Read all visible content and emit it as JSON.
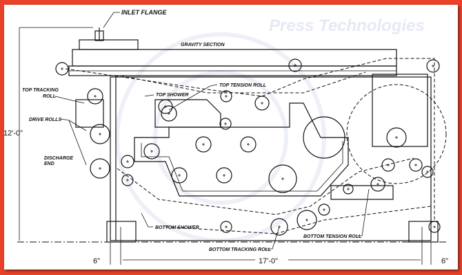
{
  "watermark": "Press Technologies",
  "labels": {
    "inlet_flange": "INLET FLANGE",
    "gravity_section": "GRAVITY SECTION",
    "top_tracking_roll_1": "TOP TRACKING",
    "top_tracking_roll_2": "ROLL",
    "top_shower": "TOP SHOWER",
    "top_tension_roll": "TOP TENSION ROLL",
    "drive_rolls": "DRIVE ROLLS",
    "discharge_end_1": "DISCHARGE",
    "discharge_end_2": "END",
    "bottom_shower": "BOTTOM SHOWER",
    "bottom_tracking_roll": "BOTTOM TRACKING ROLL",
    "bottom_tension_roll": "BOTTOM TENSION ROLL"
  },
  "dimensions": {
    "height": "12'-0\"",
    "left_offset": "6\"",
    "length": "17'-0\"",
    "right_offset": "6\""
  },
  "colors": {
    "border": "#e8432a",
    "background": "#ffffff",
    "lines": "#111111",
    "watermark": "#e6e9f5"
  }
}
